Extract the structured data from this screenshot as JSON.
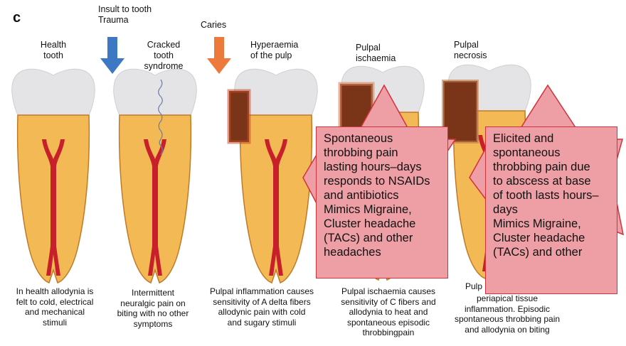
{
  "panel_letter": "c",
  "top_labels": {
    "insult": "Insult to tooth\nTrauma",
    "caries": "Caries"
  },
  "stages": [
    {
      "label": "Health\ntooth",
      "caption": "In health allodynia is\nfelt to cold, electrical\nand mechanical\nstimuli"
    },
    {
      "label": "Cracked\ntooth\nsyndrome",
      "caption": "Intermittent\nneuralgic pain on\nbiting with no other\nsymptoms"
    },
    {
      "label": "Hyperaemia\nof the pulp",
      "caption": "Pulpal inflammation causes\nsensitivity of A delta fibers\nallodynic pain with cold\nand sugary stimuli"
    },
    {
      "label": "Pulpal\nischaemia",
      "caption": "Pulpal ischaemia causes\nsensitivity of C fibers and\nallodynia to heat and\nspontaneous episodic\nthrobbingpain"
    },
    {
      "label": "Pulpal\nnecrosis",
      "caption_top": "Pulp",
      "caption": "periapical tissue\ninflammation. Episodic\nspontaneous throbbing pain\nand allodynia on biting"
    }
  ],
  "callouts": [
    "Spontaneous\nthrobbing pain\nlasting hours–days\nresponds to NSAIDs\nand antibiotics\nMimics Migraine,\nCluster headache\n(TACs) and other\nheadaches",
    "Elicited and\nspontaneous\nthrobbing pain due\nto abscess at base\nof tooth lasts hours–\ndays\nMimics Migraine,\nCluster headache\n(TACs) and other"
  ],
  "colors": {
    "enamel": "#e4e4e6",
    "dentin": "#f3b955",
    "nerve": "#c8202a",
    "caries": "#7a3418",
    "arrow_blue": "#3f78c2",
    "arrow_orange": "#ec7a3a",
    "callout_fill": "#ee9fa5",
    "callout_stroke": "#d2323c"
  }
}
